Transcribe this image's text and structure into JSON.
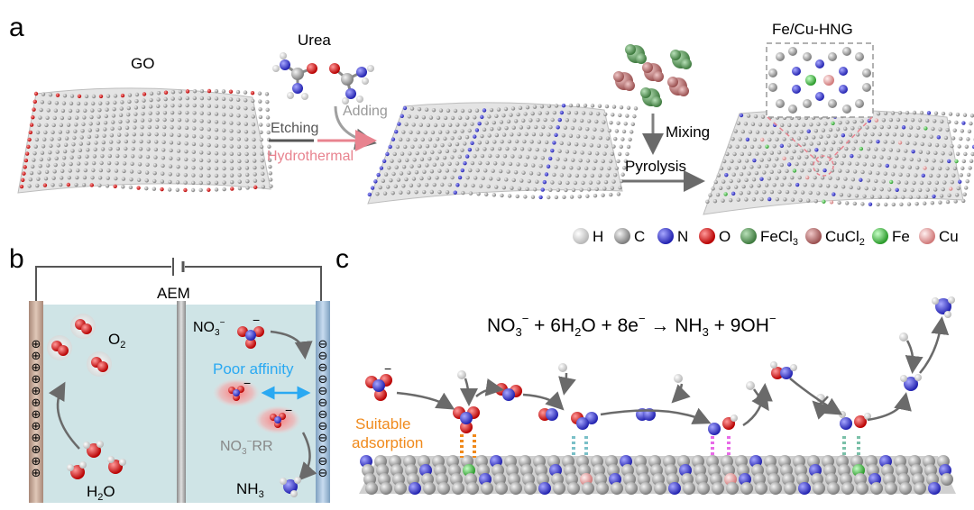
{
  "panels": {
    "a": {
      "label": "a",
      "go": "GO",
      "urea": "Urea",
      "adding": "Adding",
      "etching": "Etching",
      "hydrothermal": "Hydrothermal",
      "mixing": "Mixing",
      "pyrolysis": "Pyrolysis",
      "product": "Fe/Cu-HNG"
    },
    "b": {
      "label": "b",
      "aem": "AEM",
      "o2": "O",
      "o2_sub": "2",
      "h2o_pre": "H",
      "h2o_sub": "2",
      "h2o_post": "O",
      "no3": "NO",
      "no3_sub": "3",
      "no3_sup": "−",
      "poor_affinity": "Poor affinity",
      "no3rr_pre": "NO",
      "no3rr_sub": "3",
      "no3rr_sup": "−",
      "no3rr_post": "RR",
      "nh3_pre": "NH",
      "nh3_sub": "3"
    },
    "c": {
      "label": "c",
      "eq_p1": "NO",
      "eq_sub1": "3",
      "eq_sup1": "−",
      "eq_p2": " + 6H",
      "eq_sub2": "2",
      "eq_p3": "O + 8e",
      "eq_sup2": "−",
      "eq_p4": " → NH",
      "eq_sub3": "3",
      "eq_p5": " + 9OH",
      "eq_sup3": "−",
      "suitable1": "Suitable",
      "suitable2": "adsorption"
    }
  },
  "legend": [
    {
      "text": "H",
      "color": "#e6e6e6"
    },
    {
      "text": "C",
      "color": "#9a9a9a"
    },
    {
      "text": "N",
      "color": "#4a4ad8"
    },
    {
      "text": "O",
      "color": "#e01818"
    },
    {
      "text": "FeCl",
      "sub": "3",
      "color": "#5e9a5e"
    },
    {
      "text": "CuCl",
      "sub": "2",
      "color": "#c98080"
    },
    {
      "text": "Fe",
      "color": "#6ad86a"
    },
    {
      "text": "Cu",
      "color": "#f0a8a8"
    }
  ],
  "colors": {
    "pink_arrow": "#e8838f",
    "blue_text": "#2aa9f2",
    "orange_text": "#f08a1c",
    "electrolyte": "#cfe4e6",
    "anode": "#c9a896",
    "cathode": "#a6c4dc"
  }
}
